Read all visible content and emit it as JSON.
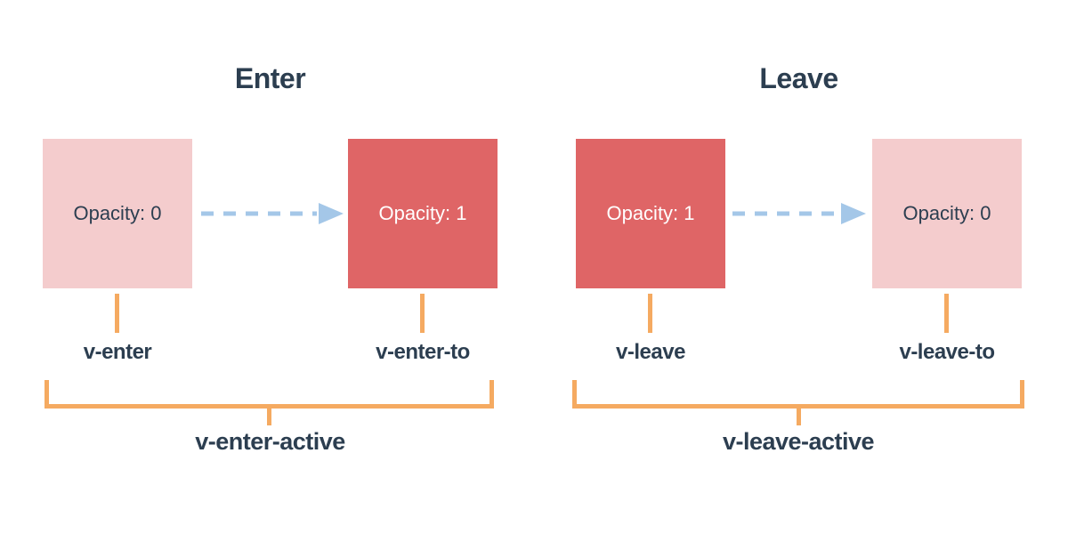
{
  "colors": {
    "background": "#ffffff",
    "box_faded_pink": "#f4cccd",
    "box_solid_red": "#df6566",
    "arrow_blue": "#a4c7e8",
    "connector_orange": "#f5aa61",
    "text_navy": "#2c3e50",
    "text_white": "#ffffff"
  },
  "sections": [
    {
      "title": "Enter",
      "from_box_label": "Opacity: 0",
      "to_box_label": "Opacity: 1",
      "from_class": "v-enter",
      "to_class": "v-enter-to",
      "active_class": "v-enter-active"
    },
    {
      "title": "Leave",
      "from_box_label": "Opacity: 1",
      "to_box_label": "Opacity: 0",
      "from_class": "v-leave",
      "to_class": "v-leave-to",
      "active_class": "v-leave-active"
    }
  ]
}
